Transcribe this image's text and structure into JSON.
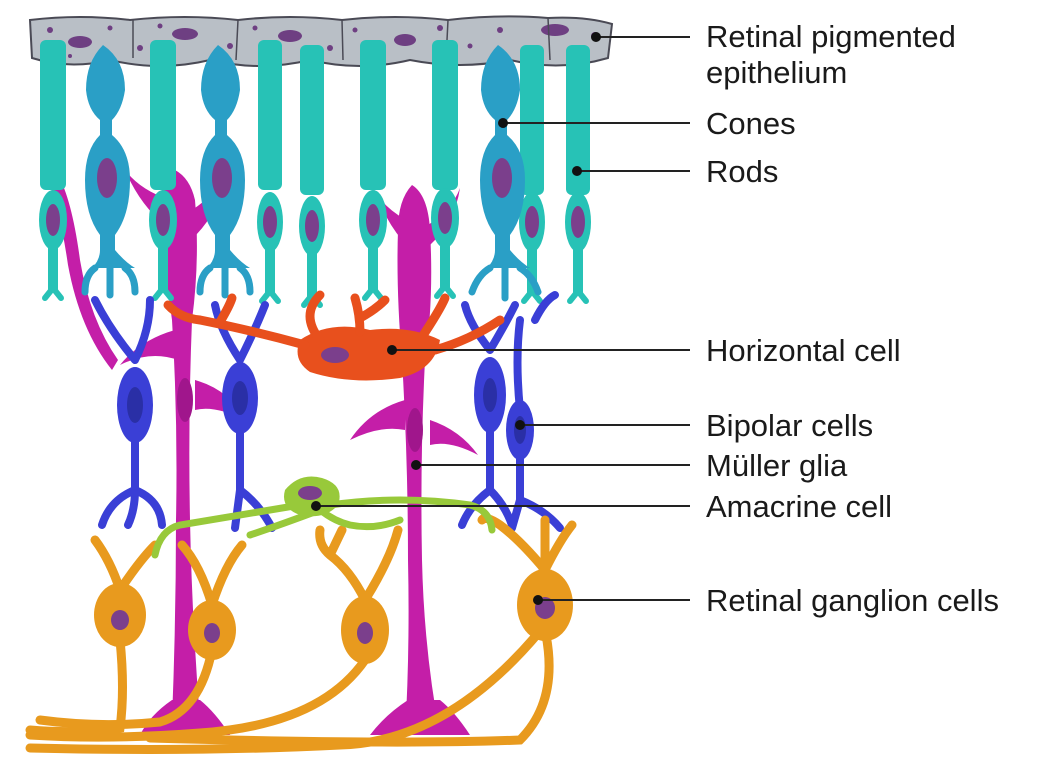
{
  "colors": {
    "epithelium": "#b9bfc6",
    "epithelium_spots": "#6e3f82",
    "cones": "#2a9fc6",
    "rods": "#27c2b6",
    "nucleus": "#7b3f8c",
    "horizontal_cell": "#e8501d",
    "bipolar_cells": "#3a3fd6",
    "muller_glia": "#c41ea8",
    "amacrine_cell": "#98c93a",
    "ganglion_cells": "#e89a1e"
  },
  "labels": {
    "epithelium_line1": "Retinal pigmented",
    "epithelium_line2": "epithelium",
    "cones": "Cones",
    "rods": "Rods",
    "horizontal": "Horizontal cell",
    "bipolar": "Bipolar cells",
    "muller": "Müller glia",
    "amacrine": "Amacrine cell",
    "ganglion": "Retinal ganglion cells"
  }
}
